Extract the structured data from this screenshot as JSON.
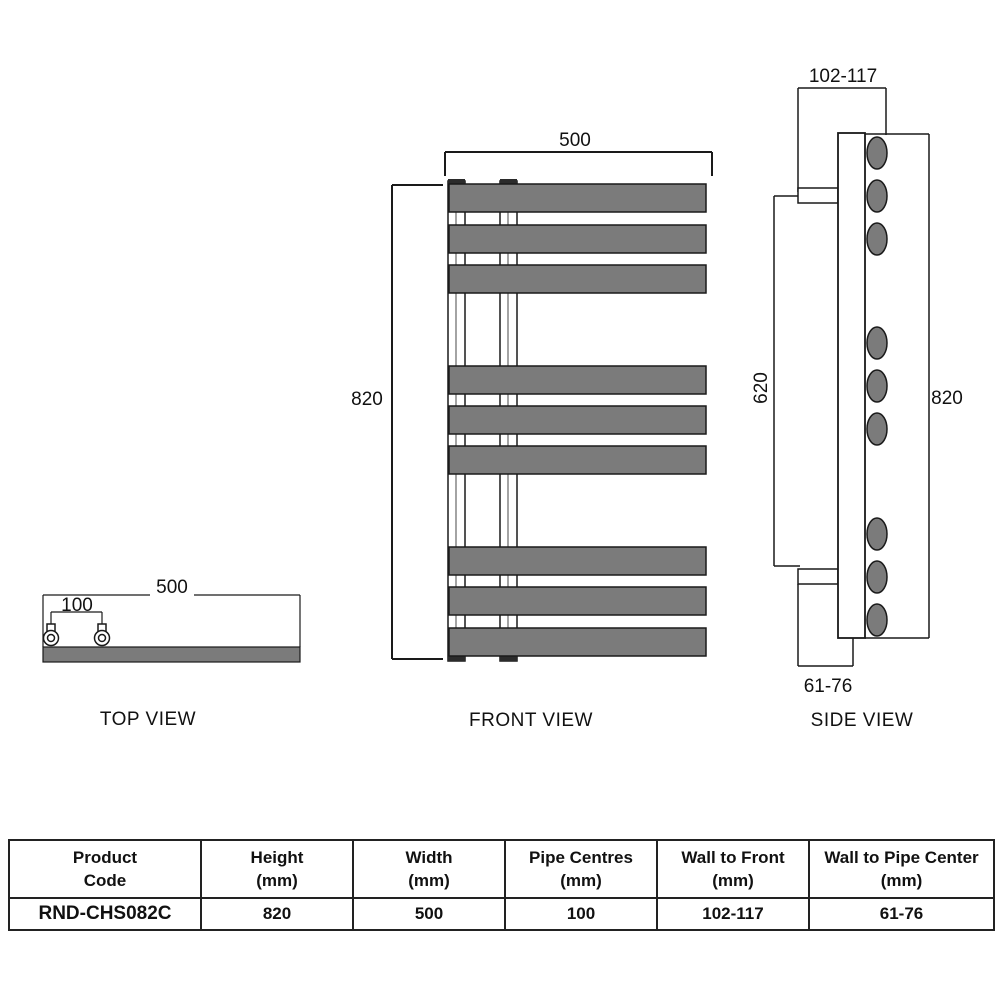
{
  "views": {
    "top": {
      "label": "TOP VIEW",
      "width_dim": "500",
      "pipe_dim": "100"
    },
    "front": {
      "label": "FRONT VIEW",
      "width_dim": "500",
      "height_dim": "820"
    },
    "side": {
      "label": "SIDE VIEW",
      "wall_to_front_dim": "102-117",
      "pipe_centres_dim": "620",
      "height_dim": "820",
      "wall_to_pipe_dim": "61-76"
    }
  },
  "colors": {
    "bar_fill": "#7b7b7b",
    "line": "#1a1a1a",
    "table_border": "#222222"
  },
  "spec_table": {
    "headers": [
      "Product\nCode",
      "Height\n(mm)",
      "Width\n(mm)",
      "Pipe Centres\n(mm)",
      "Wall to Front\n(mm)",
      "Wall to Pipe Center\n(mm)"
    ],
    "row": [
      "RND-CHS082C",
      "820",
      "500",
      "100",
      "102-117",
      "61-76"
    ]
  }
}
